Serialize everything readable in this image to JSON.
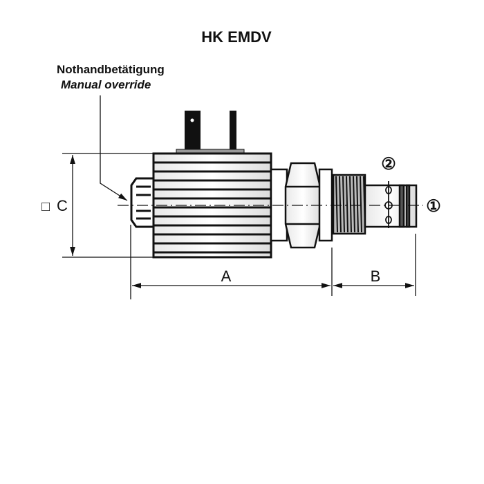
{
  "title": "HK EMDV",
  "callout": {
    "german": "Nothandbetätigung",
    "english": "Manual override"
  },
  "dimensions": {
    "a": "A",
    "b": "B",
    "c": "C",
    "c_square": "□"
  },
  "ports": {
    "port1": "①",
    "port2": "②"
  },
  "colors": {
    "line": "#111111",
    "fill": "#ffffff",
    "shade": "#d9d9d9"
  }
}
